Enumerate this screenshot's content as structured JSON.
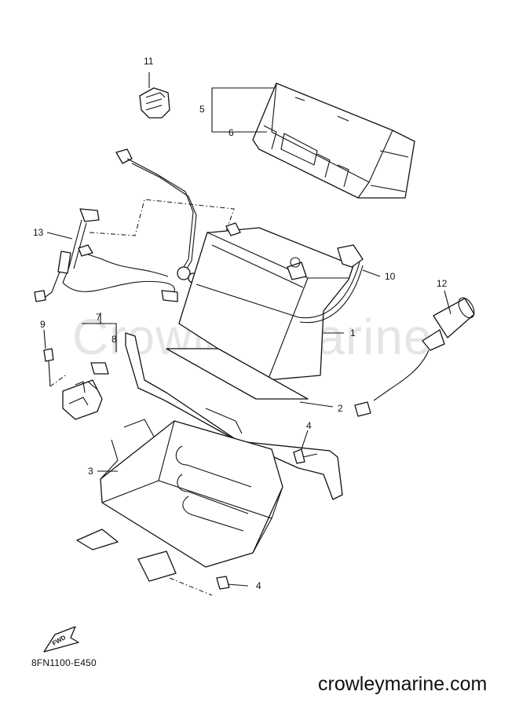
{
  "diagram": {
    "watermark": "Crowley Marine",
    "part_code": "8FN1100-E450",
    "website": "crowleymarine.com",
    "fwd_label": "FWD",
    "callouts": {
      "c1": "1",
      "c2": "2",
      "c3": "3",
      "c4a": "4",
      "c4b": "4",
      "c5": "5",
      "c6": "6",
      "c7": "7",
      "c8": "8",
      "c9": "9",
      "c10": "10",
      "c11": "11",
      "c12": "12",
      "c13": "13"
    }
  }
}
